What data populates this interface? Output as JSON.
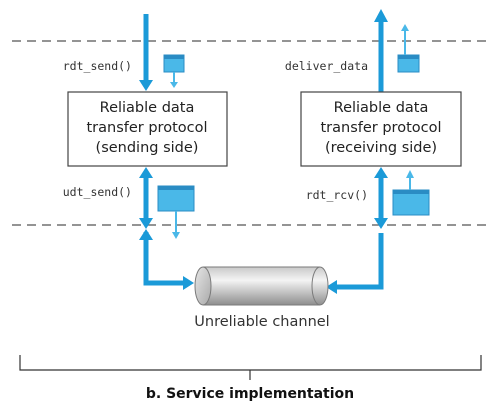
{
  "sender": {
    "call_top": "rdt_send()",
    "call_bottom": "udt_send()",
    "box_lines": [
      "Reliable data",
      "transfer protocol",
      "(sending side)"
    ]
  },
  "receiver": {
    "call_top": "deliver_data",
    "call_bottom": "rdt_rcv()",
    "box_lines": [
      "Reliable data",
      "transfer protocol",
      "(receiving side)"
    ]
  },
  "channel": {
    "label": "Unreliable channel"
  },
  "caption": "b. Service implementation",
  "colors": {
    "arrow": "#1b9ad8",
    "packet": "#4ab8e8",
    "packet_edge": "#2a8cc4",
    "dash": "#555555",
    "box_border": "#444444"
  }
}
